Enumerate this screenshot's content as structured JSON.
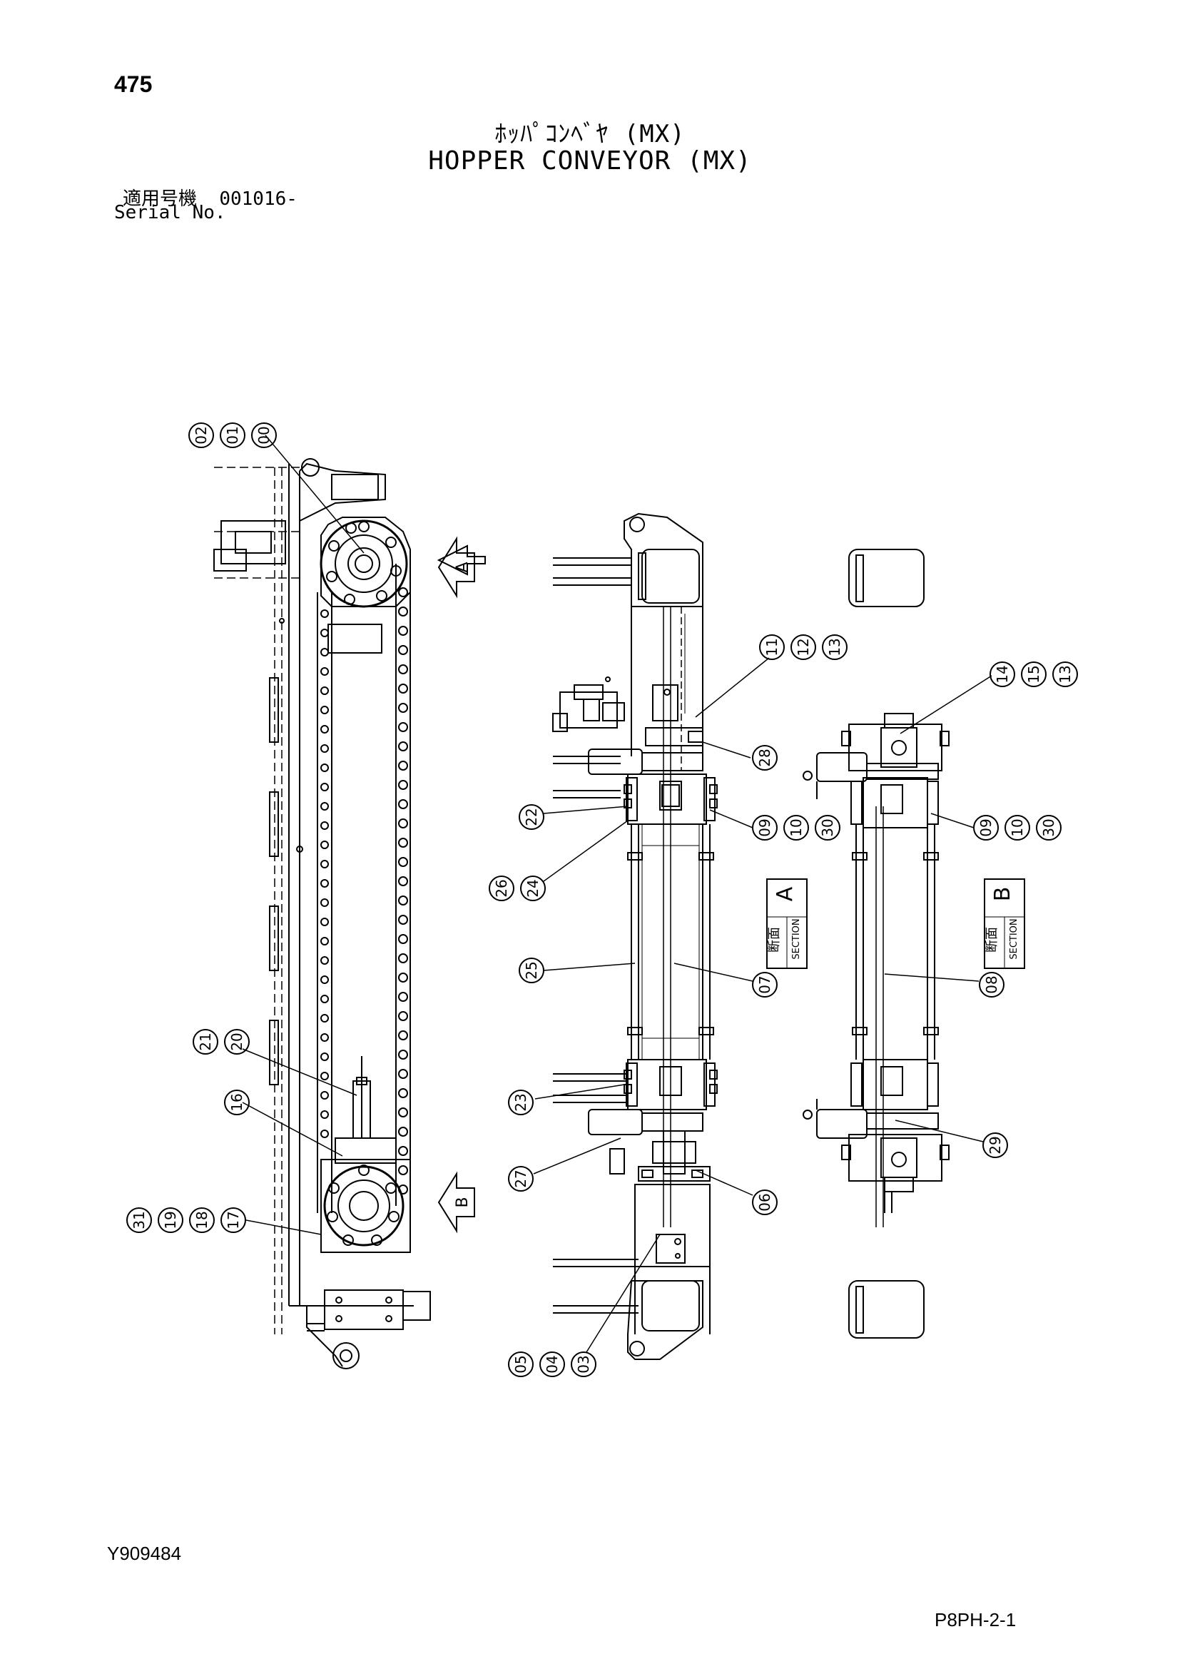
{
  "header": {
    "page_number": "475",
    "title_jp": "ﾎｯﾊﾟｺﾝﾍﾞﾔ (MX)",
    "title_en": "HOPPER CONVEYOR (MX)",
    "serial_label_jp": "適用号機",
    "serial_value": "001016-",
    "serial_label_en": "Serial No."
  },
  "footer": {
    "doc_code": "Y909484",
    "sheet_code": "P8PH-2-1"
  },
  "view_arrows": {
    "a": "A",
    "b": "B"
  },
  "section_labels": {
    "a": {
      "jp": "断面",
      "en": "SECTION",
      "letter": "A"
    },
    "b": {
      "jp": "断面",
      "en": "SECTION",
      "letter": "B"
    }
  },
  "callouts": {
    "c02": "02",
    "c01": "01",
    "c00": "00",
    "c11": "11",
    "c12": "12",
    "c13a": "13",
    "c14": "14",
    "c15": "15",
    "c13b": "13",
    "c28": "28",
    "c22": "22",
    "c09a": "09",
    "c10a": "10",
    "c30a": "30",
    "c09b": "09",
    "c10b": "10",
    "c30b": "30",
    "c26": "26",
    "c24": "24",
    "c25": "25",
    "c07": "07",
    "c08": "08",
    "c21": "21",
    "c20": "20",
    "c16": "16",
    "c23": "23",
    "c27": "27",
    "c29": "29",
    "c06": "06",
    "c31": "31",
    "c19": "19",
    "c18": "18",
    "c17": "17",
    "c05": "05",
    "c04": "04",
    "c03": "03"
  }
}
